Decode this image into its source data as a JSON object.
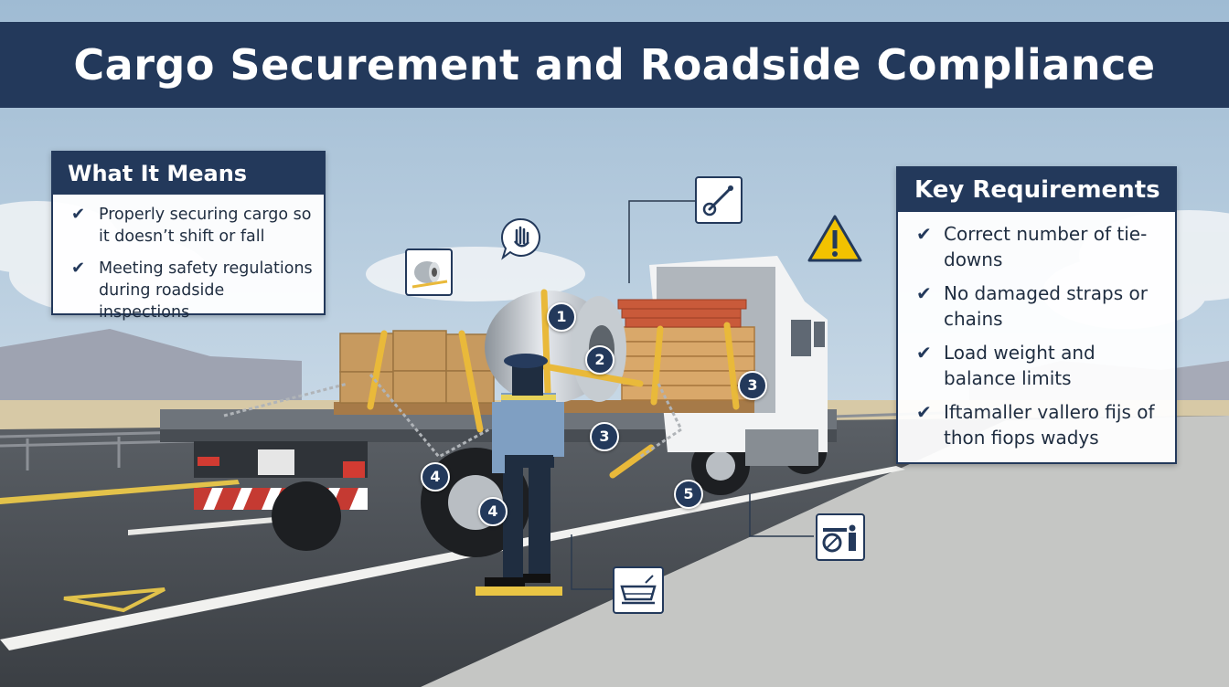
{
  "title": "Cargo Securement and Roadside Compliance",
  "what_it_means": {
    "heading": "What It Means",
    "items": [
      "Properly securing cargo so it doesn’t shift or fall",
      "Meeting safety regulations during roadside inspections"
    ]
  },
  "key_requirements": {
    "heading": "Key Requirements",
    "items": [
      "Correct number of tie-downs",
      "No damaged straps or chains",
      "Load weight and balance limits",
      "Iftamaller vallero fijs of thon fiops wadys"
    ]
  },
  "markers": [
    "1",
    "2",
    "3",
    "3",
    "4",
    "4",
    "5"
  ],
  "icons": [
    "steel-coil-icon",
    "hand-stop-icon",
    "wrench-icon",
    "warning-icon",
    "axle-inspection-icon",
    "scale-icon"
  ],
  "colors": {
    "navy": "#23395b",
    "warning_yellow": "#f2c200",
    "strap_yellow": "#e9b93a"
  }
}
